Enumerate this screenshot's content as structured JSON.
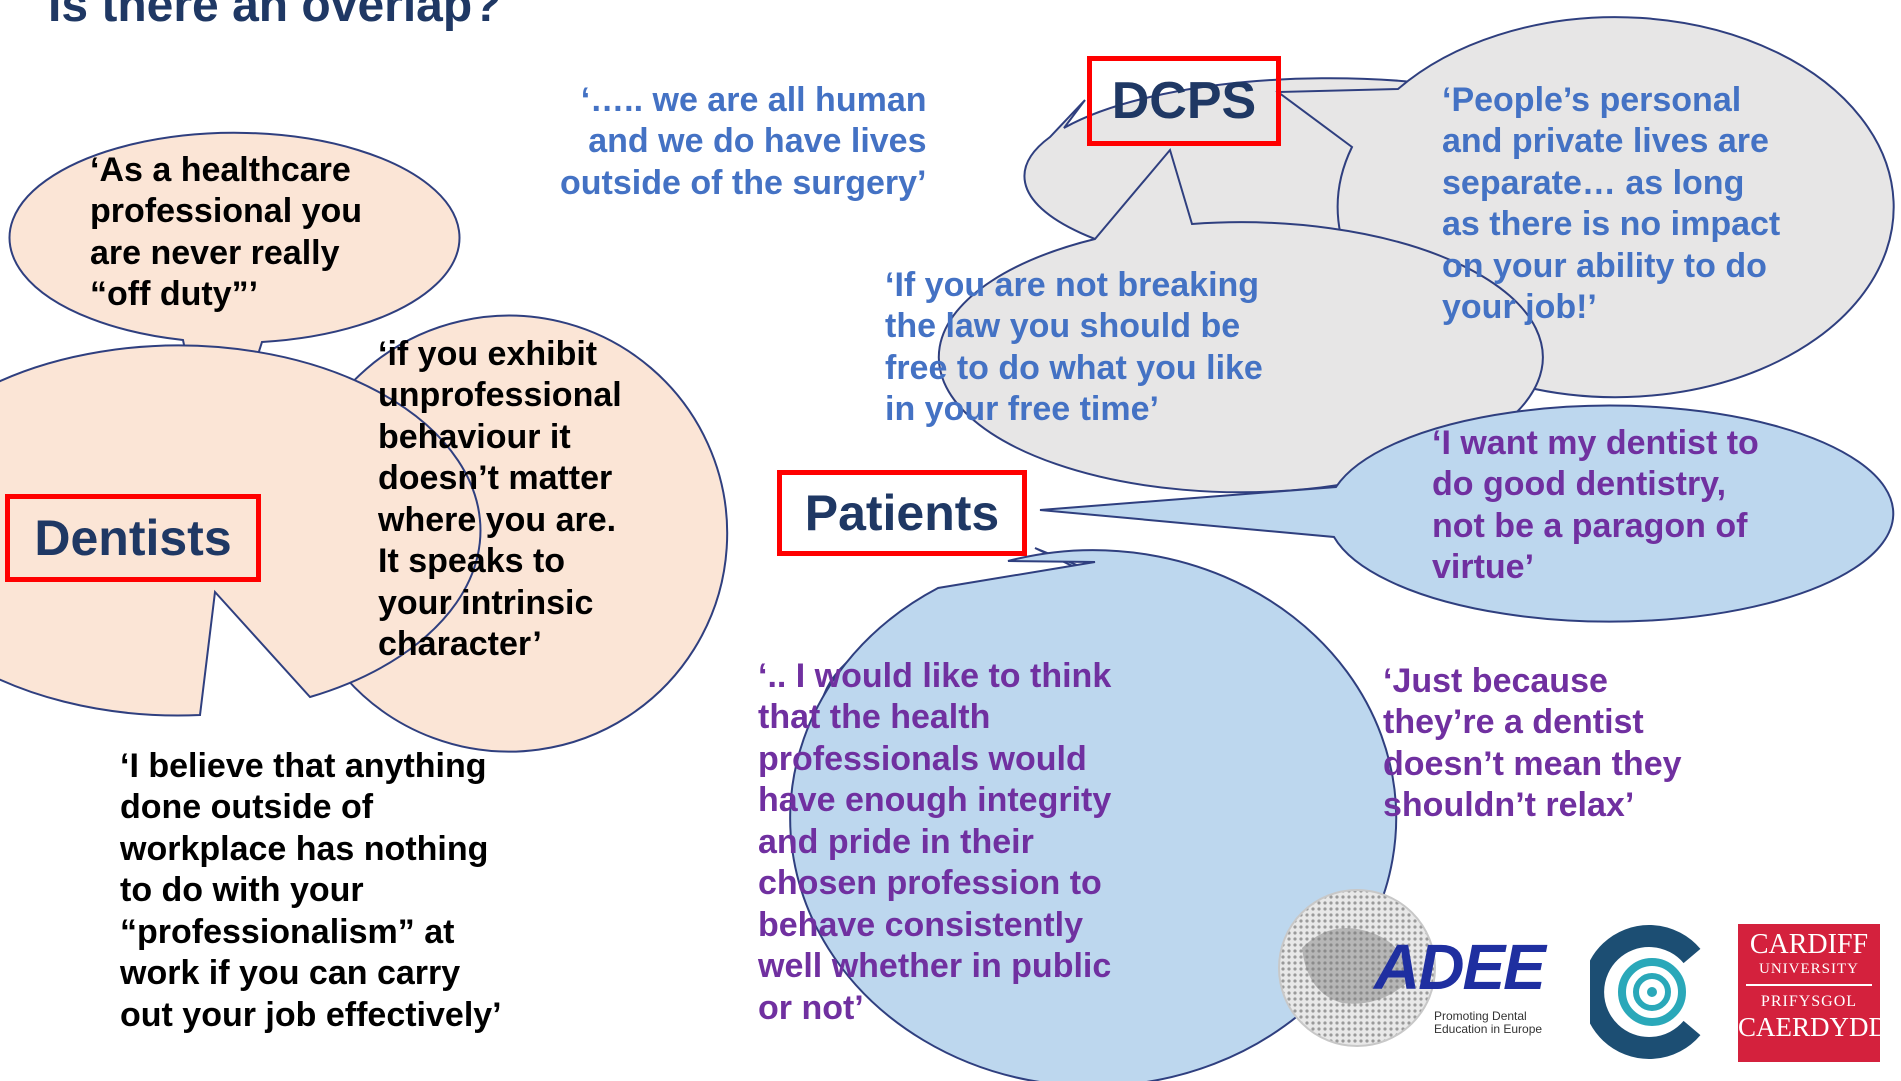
{
  "slide": {
    "title": "Is there an overlap?"
  },
  "labels": {
    "dentists": "Dentists",
    "dcps": "DCPS",
    "patients": "Patients"
  },
  "quotes": {
    "dentists": [
      "‘As a healthcare\nprofessional you\nare never really\n“off duty”’",
      "‘if you exhibit\nunprofessional\nbehaviour it\ndoesn’t matter\nwhere you are.\nIt speaks to\nyour intrinsic\ncharacter’",
      "‘I believe that anything\ndone outside of\nworkplace has nothing\nto do with your\n“professionalism” at\nwork if you can carry\nout your job effectively’"
    ],
    "dcps": [
      "‘….. we are all human\nand we do have lives\noutside of the surgery’",
      "‘People’s personal\nand private lives are\nseparate… as long\nas there is no impact\non your ability to do\nyour job!’",
      "‘If you are not breaking\nthe law you should be\nfree to do what you like\nin your free time’"
    ],
    "patients": [
      "‘I want my dentist to\ndo good dentistry,\nnot be a paragon of\nvirtue’",
      "‘Just because\nthey’re a dentist\ndoesn’t mean they\nshouldn’t relax’",
      "‘.. I would like to think\nthat the health\nprofessionals would\nhave enough integrity\nand pride in their\nchosen profession to\nbehave consistently\nwell whether in public\nor not’"
    ]
  },
  "logos": {
    "adee_name": "ADEE",
    "adee_tagline": "Promoting Dental\nEducation in Europe",
    "cardiff_line1": "CARDIFF",
    "cardiff_line2": "UNIVERSITY",
    "cardiff_line3": "PRIFYSGOL",
    "cardiff_line4": "CAERDYDD"
  },
  "colors": {
    "dentists_bubble": "#fbe5d6",
    "staff_bubble": "#e7e6e6",
    "patients_bubble": "#bdd7ee",
    "bubble_outline": "#2f3f7f",
    "label_border": "#ff0000",
    "title": "#1f3864",
    "quote_blue": "#4472c4",
    "quote_purple": "#7030a0",
    "cardiff_red": "#d4213d",
    "logo_teal": "#1c6d8c"
  },
  "icons": [
    "globe-map-icon",
    "concentric-c-icon"
  ]
}
